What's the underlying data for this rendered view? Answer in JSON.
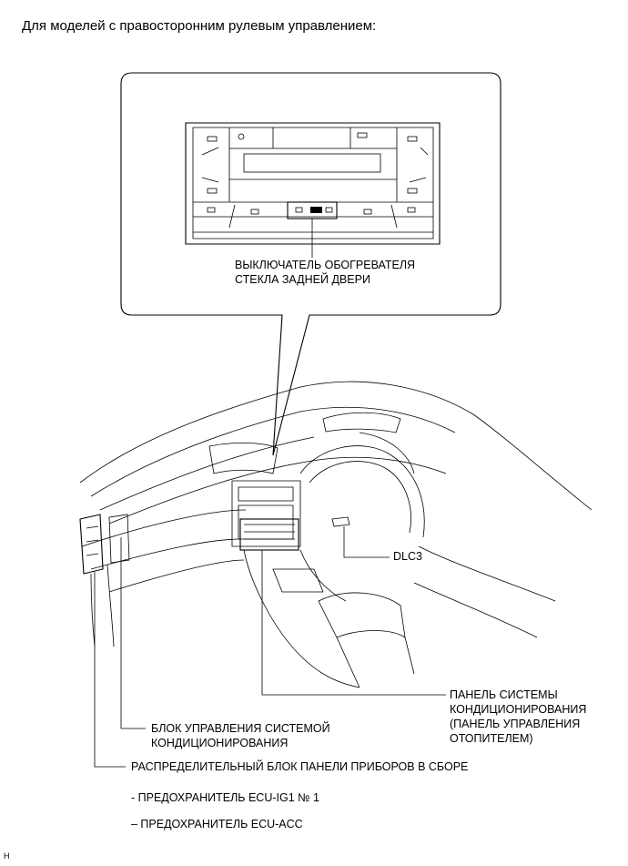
{
  "heading": "Для моделей с правосторонним рулевым управлением:",
  "labels": {
    "rear_defogger_switch": [
      "ВЫКЛЮЧАТЕЛЬ ОБОГРЕВАТЕЛЯ",
      "СТЕКЛА ЗАДНЕЙ ДВЕРИ"
    ],
    "dlc3": "DLC3",
    "ac_control_panel": [
      "ПАНЕЛЬ СИСТЕМЫ",
      "КОНДИЦИОНИРОВАНИЯ",
      "(ПАНЕЛЬ УПРАВЛЕНИЯ",
      "ОТОПИТЕЛЕМ)"
    ],
    "ac_ecu": [
      "БЛОК УПРАВЛЕНИЯ СИСТЕМОЙ",
      "КОНДИЦИОНИРОВАНИЯ"
    ],
    "junction_block": "РАСПРЕДЕЛИТЕЛЬНЫЙ БЛОК ПАНЕЛИ ПРИБОРОВ В СБОРЕ",
    "fuse_ig1": "- ПРЕДОХРАНИТЕЛЬ ECU-IG1 № 1",
    "fuse_acc": "– ПРЕДОХРАНИТЕЛЬ ECU-ACC"
  },
  "corner_mark": "H"
}
